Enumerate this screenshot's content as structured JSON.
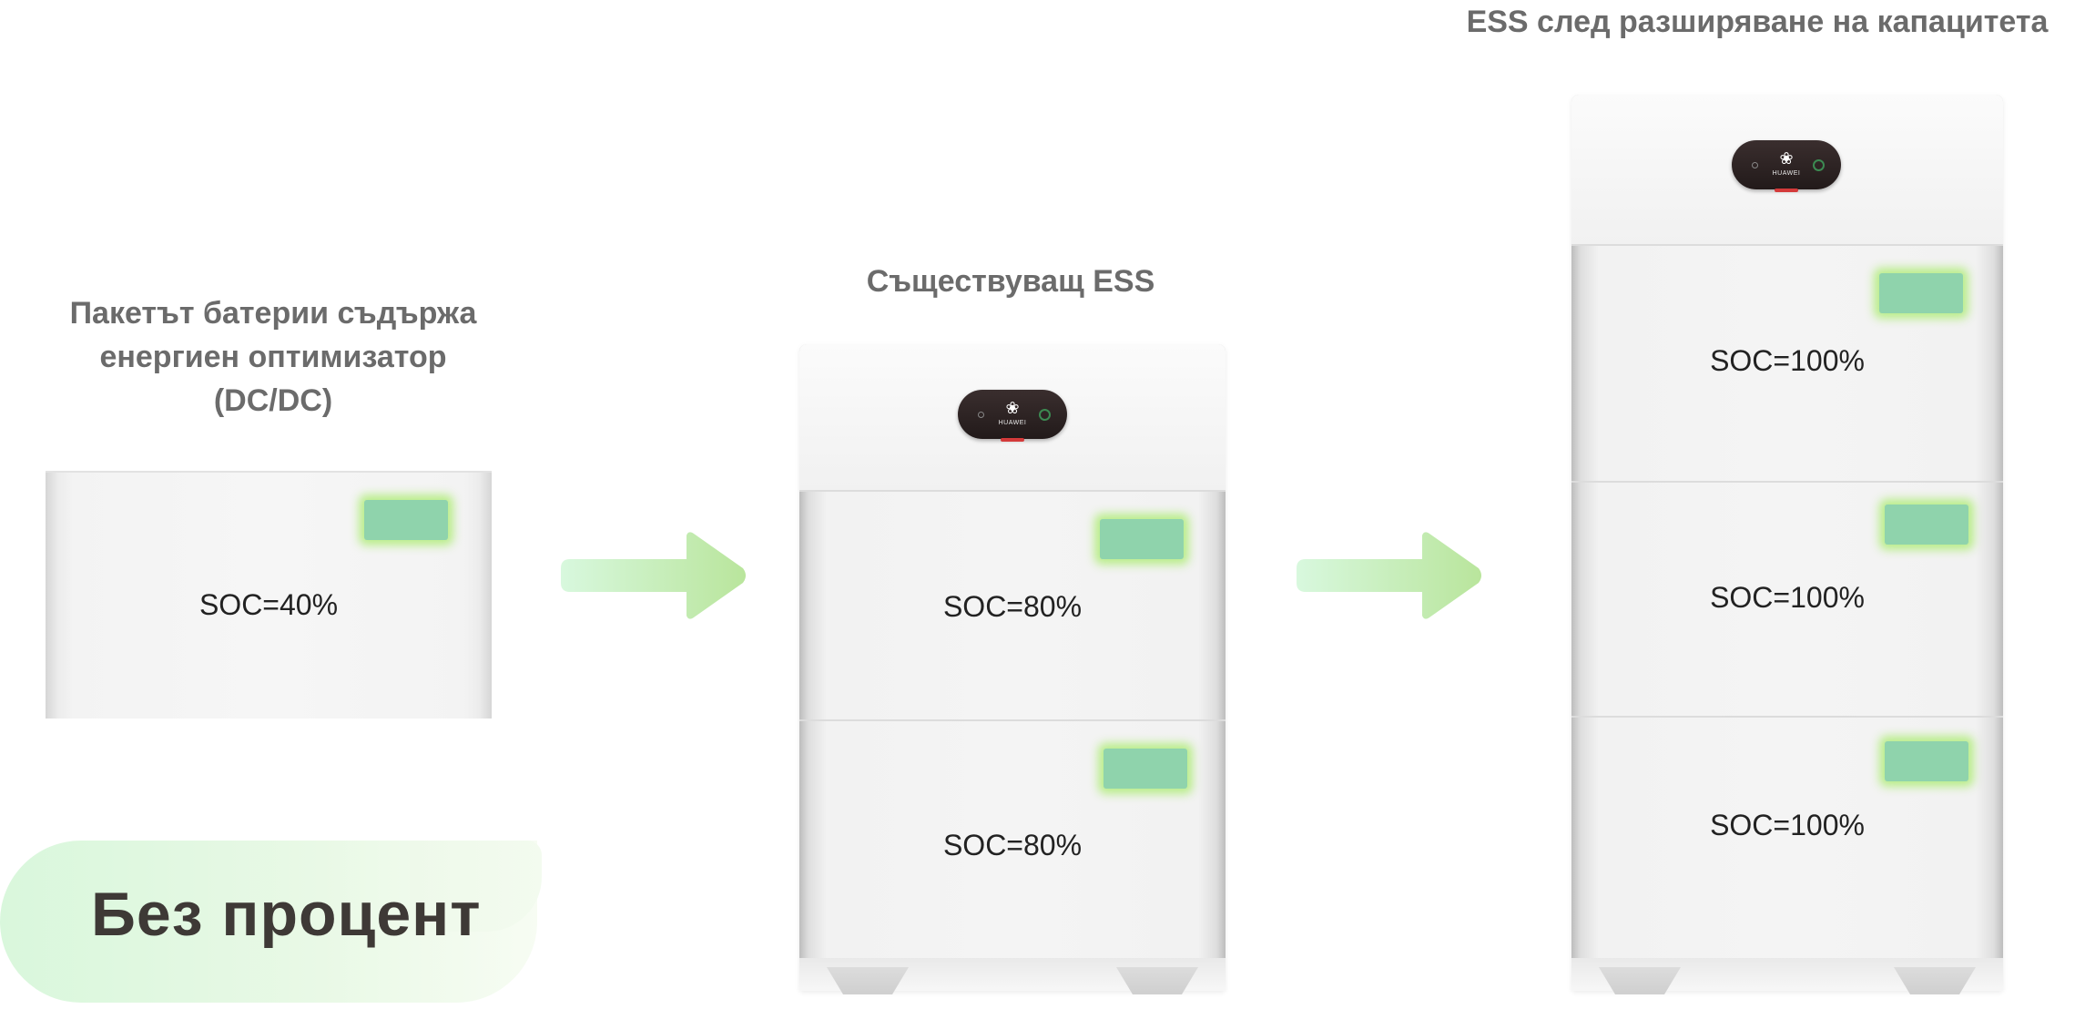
{
  "titles": {
    "pack_line1": "Пакетът батерии съдържа",
    "pack_line2": "енергиен оптимизатор",
    "pack_line3": "(DC/DC)",
    "existing": "Съществуващ ESS",
    "expanded": "ESS след разширяване на капацитета"
  },
  "single_module": {
    "soc": "SOC=40%"
  },
  "existing_ess": {
    "modules": [
      {
        "soc": "SOC=80%"
      },
      {
        "soc": "SOC=80%"
      }
    ]
  },
  "expanded_ess": {
    "modules": [
      {
        "soc": "SOC=100%"
      },
      {
        "soc": "SOC=100%"
      },
      {
        "soc": "SOC=100%"
      }
    ]
  },
  "display": {
    "brand": "HUAWEI",
    "logo_icon": "huawei-logo-icon"
  },
  "badge": {
    "label": "Без процент"
  },
  "colors": {
    "indicator": "#8fd3ac",
    "indicator_glow": "#afec78",
    "arrow_start": "#d8f8de",
    "arrow_end": "#b9e59c",
    "title_text": "#6b6b6b"
  }
}
